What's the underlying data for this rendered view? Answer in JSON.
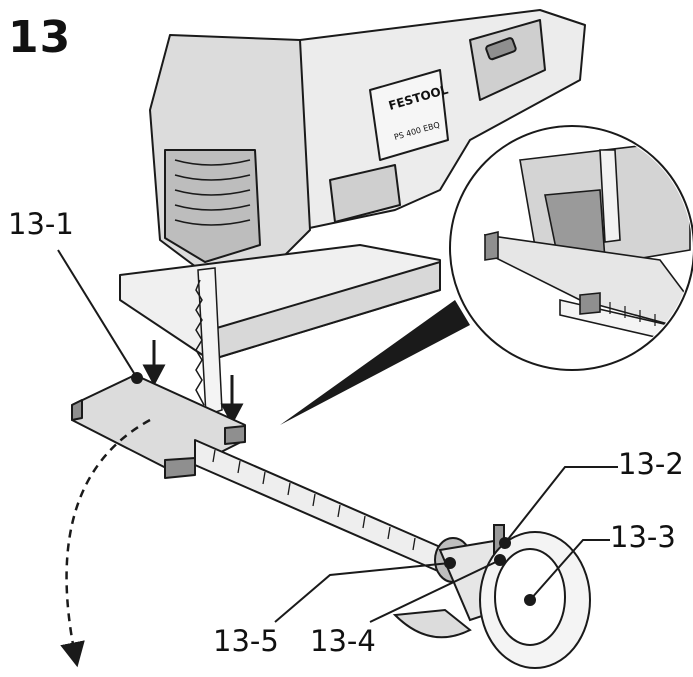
{
  "figure": {
    "number": "13",
    "brand": "FESTOOL",
    "model": "PS 400 EBQ"
  },
  "callouts": [
    {
      "id": "13-1",
      "label": "13-1"
    },
    {
      "id": "13-2",
      "label": "13-2"
    },
    {
      "id": "13-3",
      "label": "13-3"
    },
    {
      "id": "13-4",
      "label": "13-4"
    },
    {
      "id": "13-5",
      "label": "13-5"
    }
  ],
  "colors": {
    "outline": "#1a1a1a",
    "body_shade": "#cfcfcf",
    "body_light": "#ececec",
    "dark_part": "#8f8f8f",
    "guide": "#dcdcdc"
  }
}
